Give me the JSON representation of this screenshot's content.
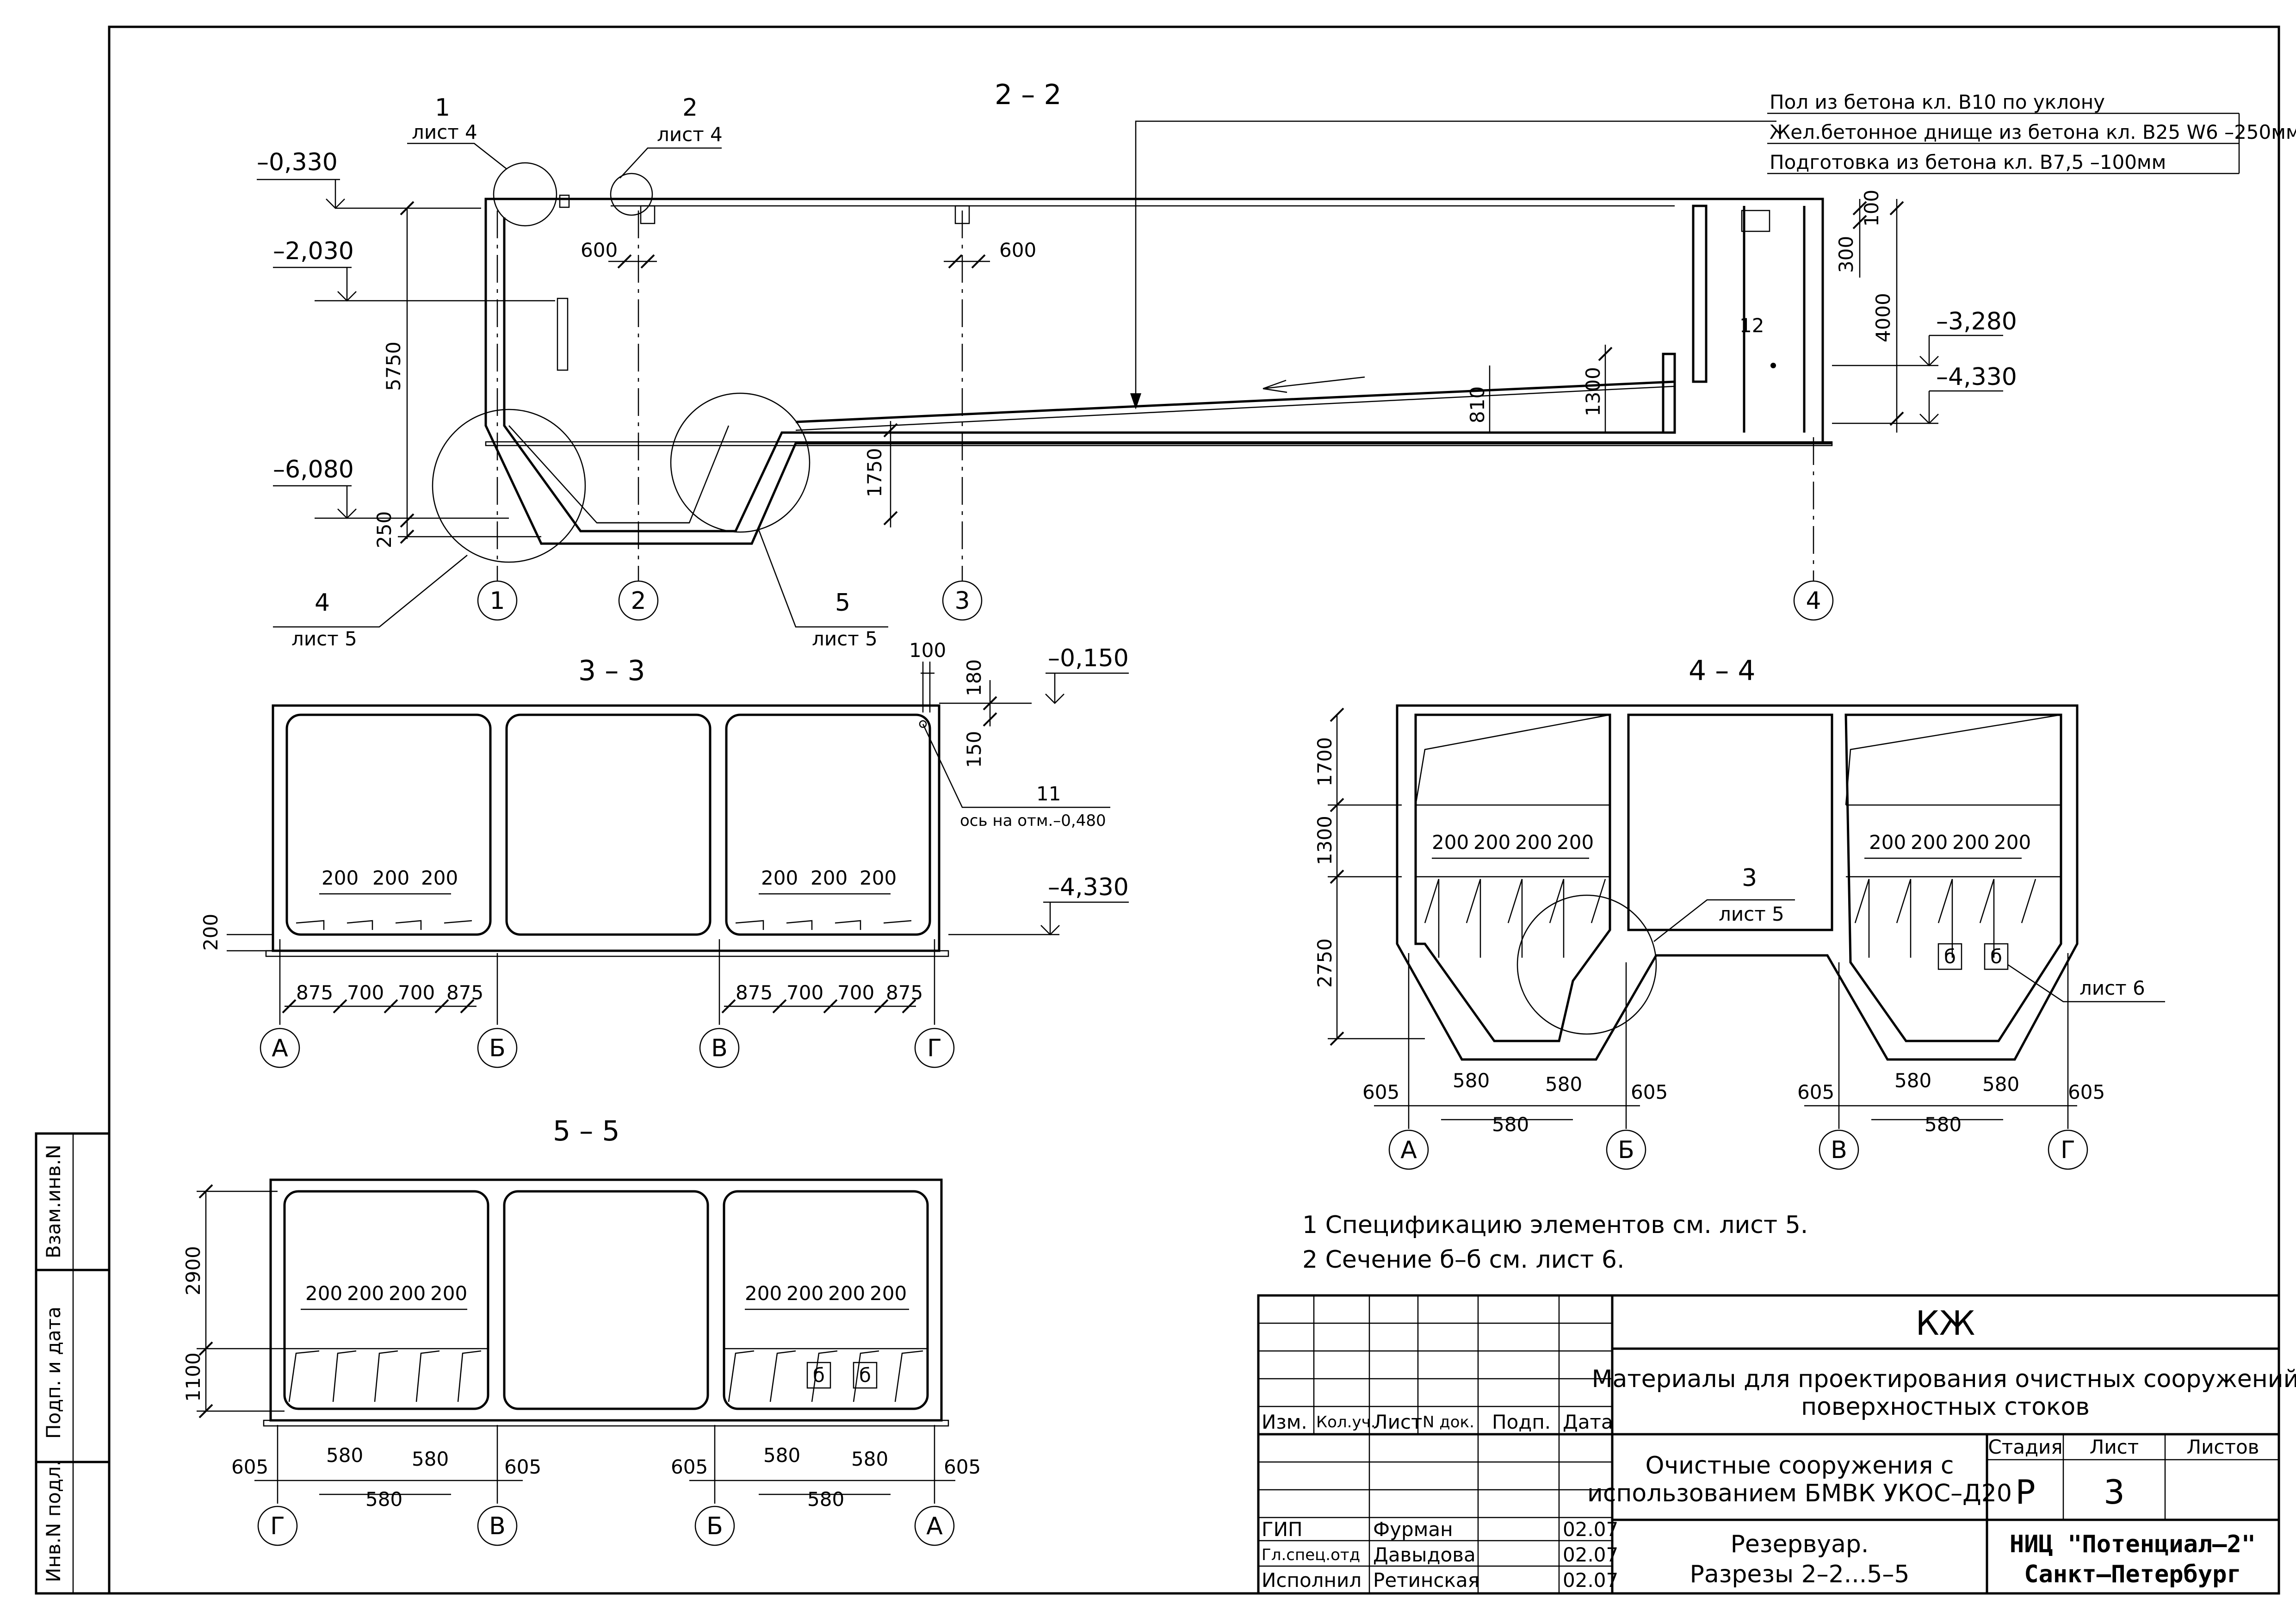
{
  "sections": {
    "s22": {
      "title": "2 – 2",
      "callout1_num": "1",
      "callout1_sheet": "лист 4",
      "callout2_num": "2",
      "callout2_sheet": "лист 4",
      "callout4_num": "4",
      "callout4_sheet": "лист 5",
      "callout5_num": "5",
      "callout5_sheet": "лист 5",
      "elev_0330": "–0,330",
      "elev_2030": "–2,030",
      "elev_6080": "–6,080",
      "elev_3280": "–3,280",
      "elev_4330": "–4,330",
      "dim_5750": "5750",
      "dim_250": "250",
      "dim_600a": "600",
      "dim_600b": "600",
      "dim_1750": "1750",
      "dim_810": "810",
      "dim_1300": "1300",
      "dim_300": "300",
      "dim_100": "100",
      "dim_4000": "4000",
      "mark_12": "12",
      "axis1": "1",
      "axis2": "2",
      "axis3": "3",
      "axis4": "4",
      "note_floor": "Пол из бетона кл. В10 по уклону",
      "note_bottom": "Жел.бетонное днище из бетона кл. В25 W6 –250мм",
      "note_prep": "Подготовка из бетона кл. В7,5 –100мм"
    },
    "s33": {
      "title": "3 – 3",
      "dims_200": [
        "200",
        "200",
        "200",
        "200",
        "200",
        "200"
      ],
      "dims_bottom": [
        "875",
        "700",
        "700",
        "875",
        "875",
        "700",
        "700",
        "875"
      ],
      "dim_200_left": "200",
      "dim_100": "100",
      "dim_180": "180",
      "dim_150": "150",
      "elev_0150": "–0,150",
      "elev_4330": "–4,330",
      "mark_11": "11",
      "axis_note": "ось на отм.–0,480",
      "axes": [
        "А",
        "Б",
        "В",
        "Г"
      ]
    },
    "s44": {
      "title": "4 – 4",
      "dim_1700": "1700",
      "dim_1300": "1300",
      "dim_2750": "2750",
      "dims_200": [
        "200",
        "200",
        "200",
        "200",
        "200",
        "200",
        "200",
        "200"
      ],
      "callout3_num": "3",
      "callout3_sheet": "лист 5",
      "sheet6_label": "лист 6",
      "b_mark": "б",
      "dims_bottom": [
        "605",
        "580",
        "580",
        "605",
        "605",
        "580",
        "580",
        "605"
      ],
      "dims_580_mid": [
        "580",
        "580"
      ],
      "axes": [
        "А",
        "Б",
        "В",
        "Г"
      ]
    },
    "s55": {
      "title": "5 – 5",
      "dim_2900": "2900",
      "dim_1100": "1100",
      "dims_200": [
        "200",
        "200",
        "200",
        "200",
        "200",
        "200",
        "200",
        "200"
      ],
      "b_mark": "б",
      "dims_bottom": [
        "605",
        "580",
        "580",
        "605",
        "605",
        "580",
        "580",
        "605"
      ],
      "dims_580_mid": [
        "580",
        "580"
      ],
      "axes": [
        "Г",
        "В",
        "Б",
        "А"
      ]
    }
  },
  "notes": [
    "1  Спецификацию элементов см. лист 5.",
    "2  Сечение б–б см. лист 6."
  ],
  "side_stamp": {
    "inv": "Инв.N подл.",
    "sign": "Подп. и дата",
    "vzam": "Взам.инв.N"
  },
  "title_block": {
    "code": "КЖ",
    "project": [
      "Материалы для проектирования очистных сооружений",
      "поверхностных стоков"
    ],
    "object": [
      "Очистные сооружения с",
      "использованием БМВК УКОС–Д20"
    ],
    "sheet_title": [
      "Резервуар.",
      "Разрезы 2–2...5–5"
    ],
    "stage_label": "Стадия",
    "sheet_label": "Лист",
    "sheets_label": "Листов",
    "stage": "Р",
    "sheet": "3",
    "sheets": "",
    "org": [
      "НИЦ \"Потенциал–2\"",
      "Санкт–Петербург"
    ],
    "headers": [
      "Изм.",
      "Кол.уч.",
      "Лист",
      "N док.",
      "Подп.",
      "Дата"
    ],
    "rows": [
      {
        "role": "ГИП",
        "name": "Фурман",
        "date": "02.07"
      },
      {
        "role": "Гл.спец.отд",
        "name": "Давыдова",
        "date": "02.07"
      },
      {
        "role": "Исполнил",
        "name": "Ретинская",
        "date": "02.07"
      }
    ]
  }
}
